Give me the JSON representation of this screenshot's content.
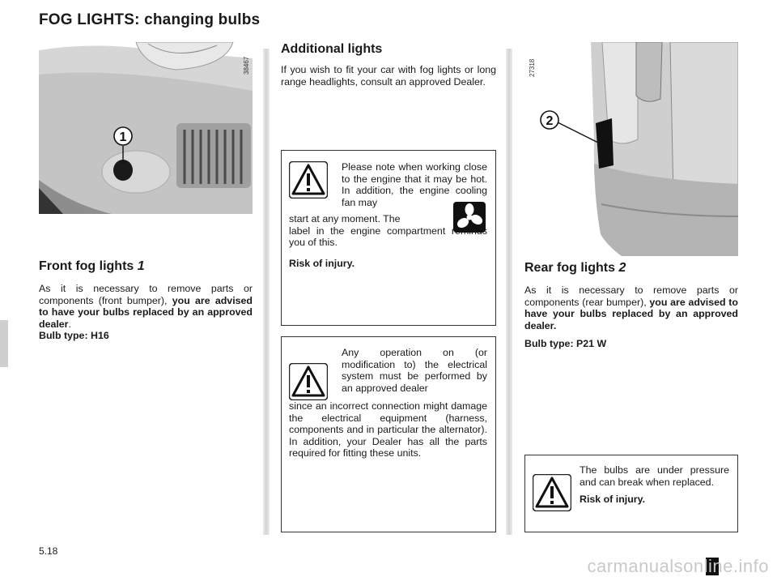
{
  "page": {
    "title": "FOG LIGHTS: changing bulbs",
    "page_number": "5.18",
    "watermark": "carmanualsonline.info"
  },
  "front": {
    "image_id": "38467",
    "callout": "1",
    "heading": "Front fog lights",
    "heading_num": "1",
    "text_plain": "As it is necessary to remove parts or components (front bumper),",
    "text_bold": "you are advised to have your bulbs replaced by an approved dealer",
    "text_end": ".",
    "bulb_type": "Bulb type: H16"
  },
  "middle": {
    "heading": "Additional lights",
    "text": "If you wish to fit your car with fog lights or long range headlights, consult an approved Dealer.",
    "warning1": {
      "text_top": "Please note when working close to the engine that it may be hot. In addition, the engine cooling fan may",
      "text_mid": "start at any moment. The",
      "text_after": "label in the engine compartment reminds you of this.",
      "risk": "Risk of injury."
    },
    "warning2": {
      "text_top": "Any operation on (or modification to) the electrical system must be performed by an approved dealer",
      "text_rest": "since an incorrect connection might damage the electrical equipment (harness, components and in particular the alternator). In addition, your Dealer has all the parts required for fitting these units."
    }
  },
  "rear": {
    "image_id": "27318",
    "callout": "2",
    "heading": "Rear fog lights",
    "heading_num": "2",
    "text_plain": "As it is necessary to remove parts or components (rear bumper),",
    "text_bold": "you are advised to have your bulbs replaced by an approved dealer.",
    "bulb_type": "Bulb type: P21 W",
    "warning": {
      "text": "The bulbs are under pressure and can break when replaced.",
      "risk": "Risk of injury."
    }
  },
  "icons": {
    "warning": "warning-triangle-icon",
    "fan": "engine-fan-icon"
  }
}
